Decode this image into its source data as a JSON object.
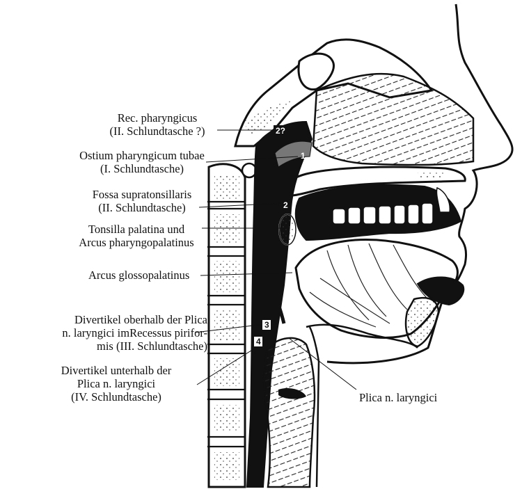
{
  "labels": {
    "rec_pharyngicus": {
      "line1": "Rec. pharyngicus",
      "line2": "(II. Schlundtasche ?)"
    },
    "ostium": {
      "line1": "Ostium pharyngicum tubae",
      "line2": "(I. Schlundtasche)"
    },
    "fossa": {
      "line1": "Fossa supratonsillaris",
      "line2": "(II. Schlundtasche)"
    },
    "tonsilla": {
      "line1": "Tonsilla palatina und",
      "line2": "Arcus pharyngopalatinus"
    },
    "arcus_glosso": {
      "line1": "Arcus glossopalatinus"
    },
    "divertikel_oberhalb": {
      "line1": "Divertikel oberhalb der Plica",
      "line2": "n. laryngici imRecessus pirifor-",
      "line3": "mis (III. Schlundtasche)"
    },
    "divertikel_unterhalb": {
      "line1": "Divertikel unterhalb der",
      "line2": "Plica n. laryngici",
      "line3": "(IV. Schlundtasche)"
    },
    "plica": {
      "line1": "Plica n. laryngici"
    }
  },
  "markers": {
    "m2q": "2?",
    "m1": "1",
    "m2": "2",
    "m3": "3",
    "m4": "4"
  }
}
